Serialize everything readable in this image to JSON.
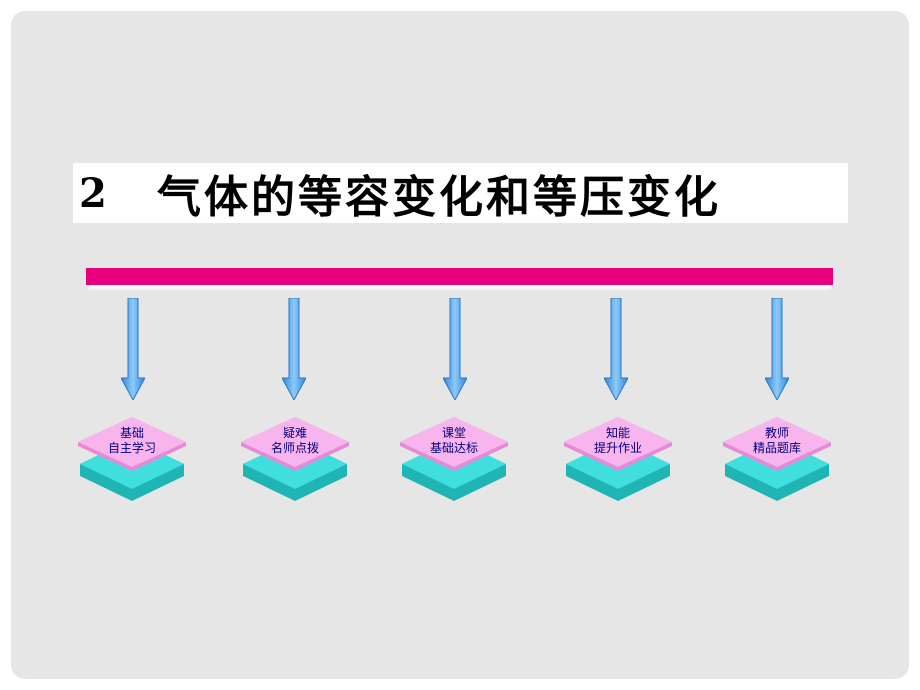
{
  "title": {
    "number": "2",
    "text": "气体的等容变化和等压变化"
  },
  "nav": [
    {
      "line1": "基础",
      "line2": "自主学习"
    },
    {
      "line1": "疑难",
      "line2": "名师点拨"
    },
    {
      "line1": "课堂",
      "line2": "基础达标"
    },
    {
      "line1": "知能",
      "line2": "提升作业"
    },
    {
      "line1": "教师",
      "line2": "精品题库"
    }
  ],
  "colors": {
    "slide_background": "#e6e6e6",
    "accent_bar": "#e6007e",
    "arrow_blue": "#5aaef0",
    "diamond_top_pink": "#f6a8e8",
    "diamond_bottom_teal": "#26c9c9",
    "label_text": "#000080"
  }
}
